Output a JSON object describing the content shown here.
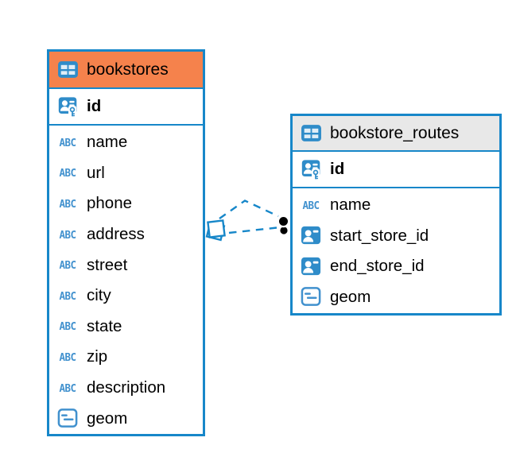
{
  "diagram": {
    "colors": {
      "table_border": "#1787C9",
      "selected_header": "#F5824C",
      "header_bg": "#E8E8E8",
      "icon_blue": "#2F8CC9",
      "icon_blue_light": "#4191CE",
      "connector": "#1787C9",
      "marker_black": "#000000"
    },
    "icons": {
      "text_type_label": "ABC"
    },
    "tables": [
      {
        "name": "bookstores",
        "selected": true,
        "columns": [
          {
            "name": "id",
            "type": "primary-key"
          },
          {
            "name": "name",
            "type": "text"
          },
          {
            "name": "url",
            "type": "text"
          },
          {
            "name": "phone",
            "type": "text"
          },
          {
            "name": "address",
            "type": "text"
          },
          {
            "name": "street",
            "type": "text"
          },
          {
            "name": "city",
            "type": "text"
          },
          {
            "name": "state",
            "type": "text"
          },
          {
            "name": "zip",
            "type": "text"
          },
          {
            "name": "description",
            "type": "text"
          },
          {
            "name": "geom",
            "type": "geometry"
          }
        ]
      },
      {
        "name": "bookstore_routes",
        "selected": false,
        "columns": [
          {
            "name": "id",
            "type": "primary-key"
          },
          {
            "name": "name",
            "type": "text"
          },
          {
            "name": "start_store_id",
            "type": "reference"
          },
          {
            "name": "end_store_id",
            "type": "reference"
          },
          {
            "name": "geom",
            "type": "geometry"
          }
        ]
      }
    ],
    "connector": {
      "from_table": "bookstores",
      "to_table": "bookstore_routes",
      "style": "dashed",
      "lines": 2,
      "from_marker": "stacked-squares",
      "to_marker": "black-circles"
    }
  }
}
